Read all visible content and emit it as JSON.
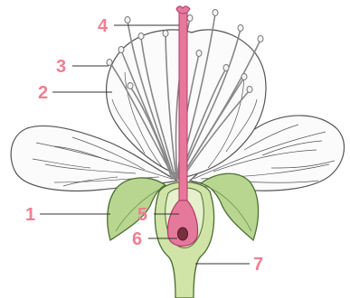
{
  "colors": {
    "label": "#ef7f92",
    "outline": "#555555",
    "petal_fill": "#fbfbfb",
    "sepal_fill": "#b8d690",
    "sepal_dark": "#4d6e35",
    "pistil_fill": "#e5799c",
    "pistil_dark": "#b03a67",
    "stamen": "#888888",
    "background": "#ffffff"
  },
  "labels": [
    "1",
    "2",
    "3",
    "4",
    "5",
    "6",
    "7"
  ]
}
